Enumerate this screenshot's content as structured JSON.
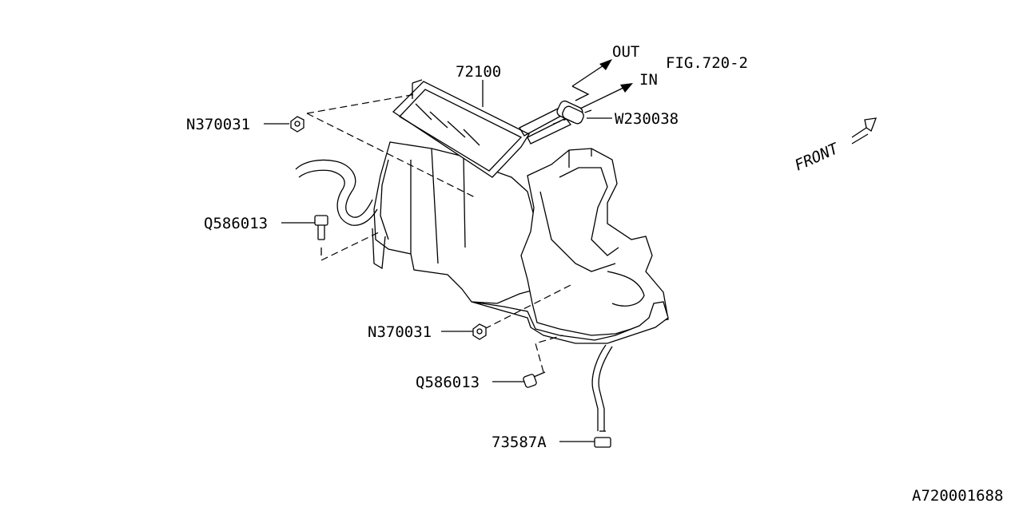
{
  "parts": {
    "heater_unit": "72100",
    "flow_out": "OUT",
    "flow_in": "IN",
    "fig_ref": "FIG.720-2",
    "gasket": "W230038",
    "nut_upper": "N370031",
    "bolt_upper": "Q586013",
    "nut_lower": "N370031",
    "bolt_lower": "Q586013",
    "drain_hose": "73587A"
  },
  "orientation": {
    "front_label": "FRONT"
  },
  "diagram_id": "A720001688"
}
